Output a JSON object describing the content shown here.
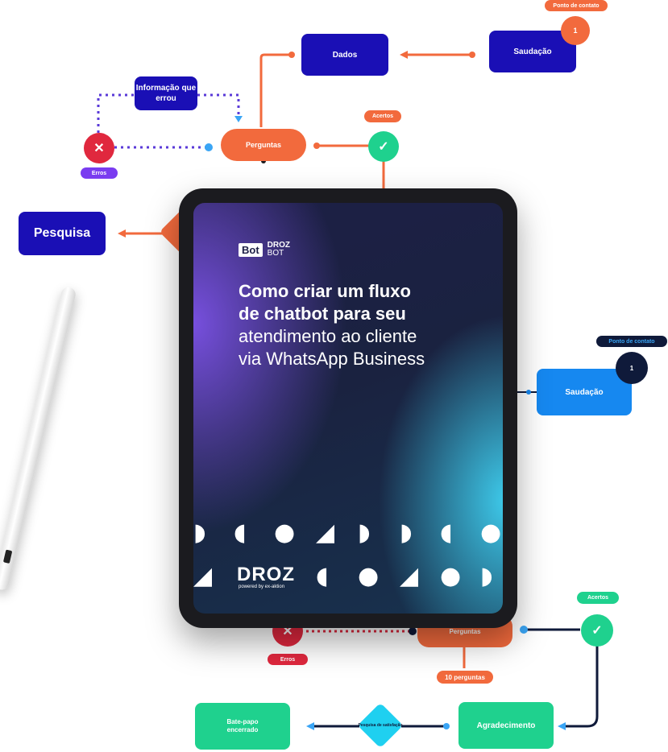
{
  "top_flow": {
    "contact_point_label": "Ponto de contato",
    "contact_point_number": "1",
    "greeting": "Saudação",
    "data": "Dados",
    "wrong_info": "Informação que errou",
    "questions": "Perguntas",
    "hits": "Acertos",
    "errors": "Erros",
    "survey": "Pesquisa"
  },
  "tablet": {
    "logo_badge": "Bot",
    "logo_line1": "DROZ",
    "logo_line2": "BOT",
    "headline_bold_1": "Como criar um fluxo",
    "headline_bold_2": "de chatbot para seu",
    "headline_light_1": "atendimento ao cliente",
    "headline_light_2": "via WhatsApp Business",
    "brand": "DROZ",
    "brand_sub": "powered by ex-aktion"
  },
  "right_flow": {
    "contact_point_label": "Ponto de contato",
    "contact_point_number": "1",
    "greeting": "Saudação"
  },
  "bottom_flow": {
    "hits": "Acertos",
    "errors": "Erros",
    "questions": "Perguntas",
    "ten_questions": "10 perguntas",
    "thanks": "Agradecimento",
    "satisfaction_survey": "Pesquisa de satisfação",
    "chat_closed": "Bate-papo encerrado"
  },
  "colors": {
    "blue": "#1a0fb5",
    "orange": "#f26a3d",
    "green": "#1fd18e",
    "red": "#e0283e",
    "purple": "#7a3cf0",
    "azure": "#1688f0",
    "navy": "#0f1a3a"
  }
}
